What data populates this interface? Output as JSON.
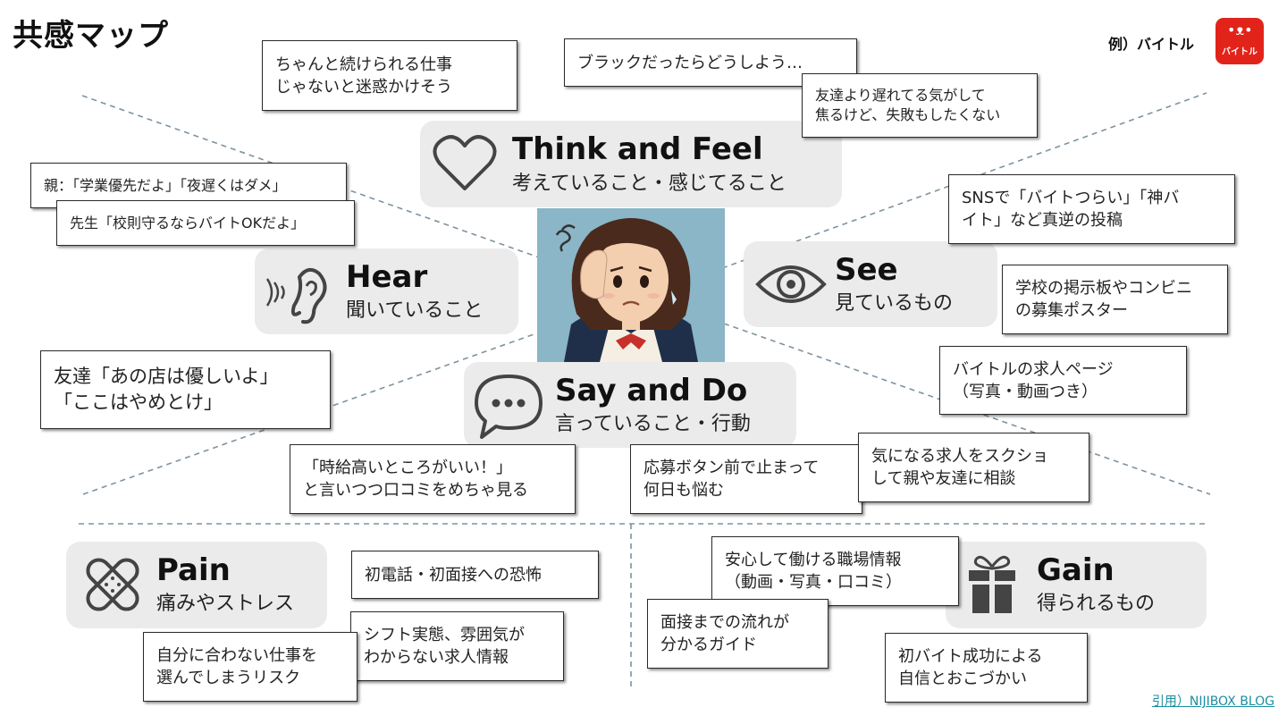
{
  "header": {
    "title": "共感マップ",
    "example_label": "例）バイトル",
    "logo_text": "バイトル"
  },
  "panels": {
    "think": {
      "title": "Think and Feel",
      "subtitle": "考えていること・感じてること",
      "icon": "heart-icon"
    },
    "hear": {
      "title": "Hear",
      "subtitle": "聞いていること",
      "icon": "ear-icon"
    },
    "see": {
      "title": "See",
      "subtitle": "見ているもの",
      "icon": "eye-icon"
    },
    "say": {
      "title": "Say and Do",
      "subtitle": "言っていること・行動",
      "icon": "speech-bubble-icon"
    },
    "pain": {
      "title": "Pain",
      "subtitle": "痛みやストレス",
      "icon": "bandage-icon"
    },
    "gain": {
      "title": "Gain",
      "subtitle": "得られるもの",
      "icon": "gift-icon"
    }
  },
  "notes": {
    "think1": [
      "ちゃんと続けられる仕事",
      "じゃないと迷惑かけそう"
    ],
    "think2": [
      "ブラックだったらどうしよう…"
    ],
    "think3": [
      "友達より遅れてる気がして",
      "焦るけど、失敗もしたくない"
    ],
    "hear1": [
      "親：「学業優先だよ」「夜遅くはダメ」"
    ],
    "hear2": [
      "先生「校則守るならバイトOKだよ」"
    ],
    "hear3": [
      "友達「あの店は優しいよ」",
      "「ここはやめとけ」"
    ],
    "see1": [
      "SNSで「バイトつらい」「神バ",
      "イト」など真逆の投稿"
    ],
    "see2": [
      "学校の掲示板やコンビニ",
      "の募集ポスター"
    ],
    "see3": [
      "バイトルの求人ページ",
      "（写真・動画つき）"
    ],
    "say1": [
      "「時給高いところがいい！」",
      "と言いつつ口コミをめちゃ見る"
    ],
    "say2": [
      "応募ボタン前で止まって",
      "何日も悩む"
    ],
    "say3": [
      "気になる求人をスクショ",
      "して親や友達に相談"
    ],
    "pain1": [
      "初電話・初面接への恐怖"
    ],
    "pain2": [
      "シフト実態、雰囲気が",
      "わからない求人情報"
    ],
    "pain3": [
      "自分に合わない仕事を",
      "選んでしまうリスク"
    ],
    "gain1": [
      "安心して働ける職場情報",
      "（動画・写真・口コミ）"
    ],
    "gain2": [
      "面接までの流れが",
      "分かるガイド"
    ],
    "gain3": [
      "初バイト成功による",
      "自信とおこづかい"
    ]
  },
  "footer": {
    "credit": "引用）NIJIBOX BLOG"
  },
  "colors": {
    "panel_bg": "#ebebeb",
    "divider": "#7d93a0",
    "logo": "#e2231a",
    "link": "#1a8fa0"
  }
}
